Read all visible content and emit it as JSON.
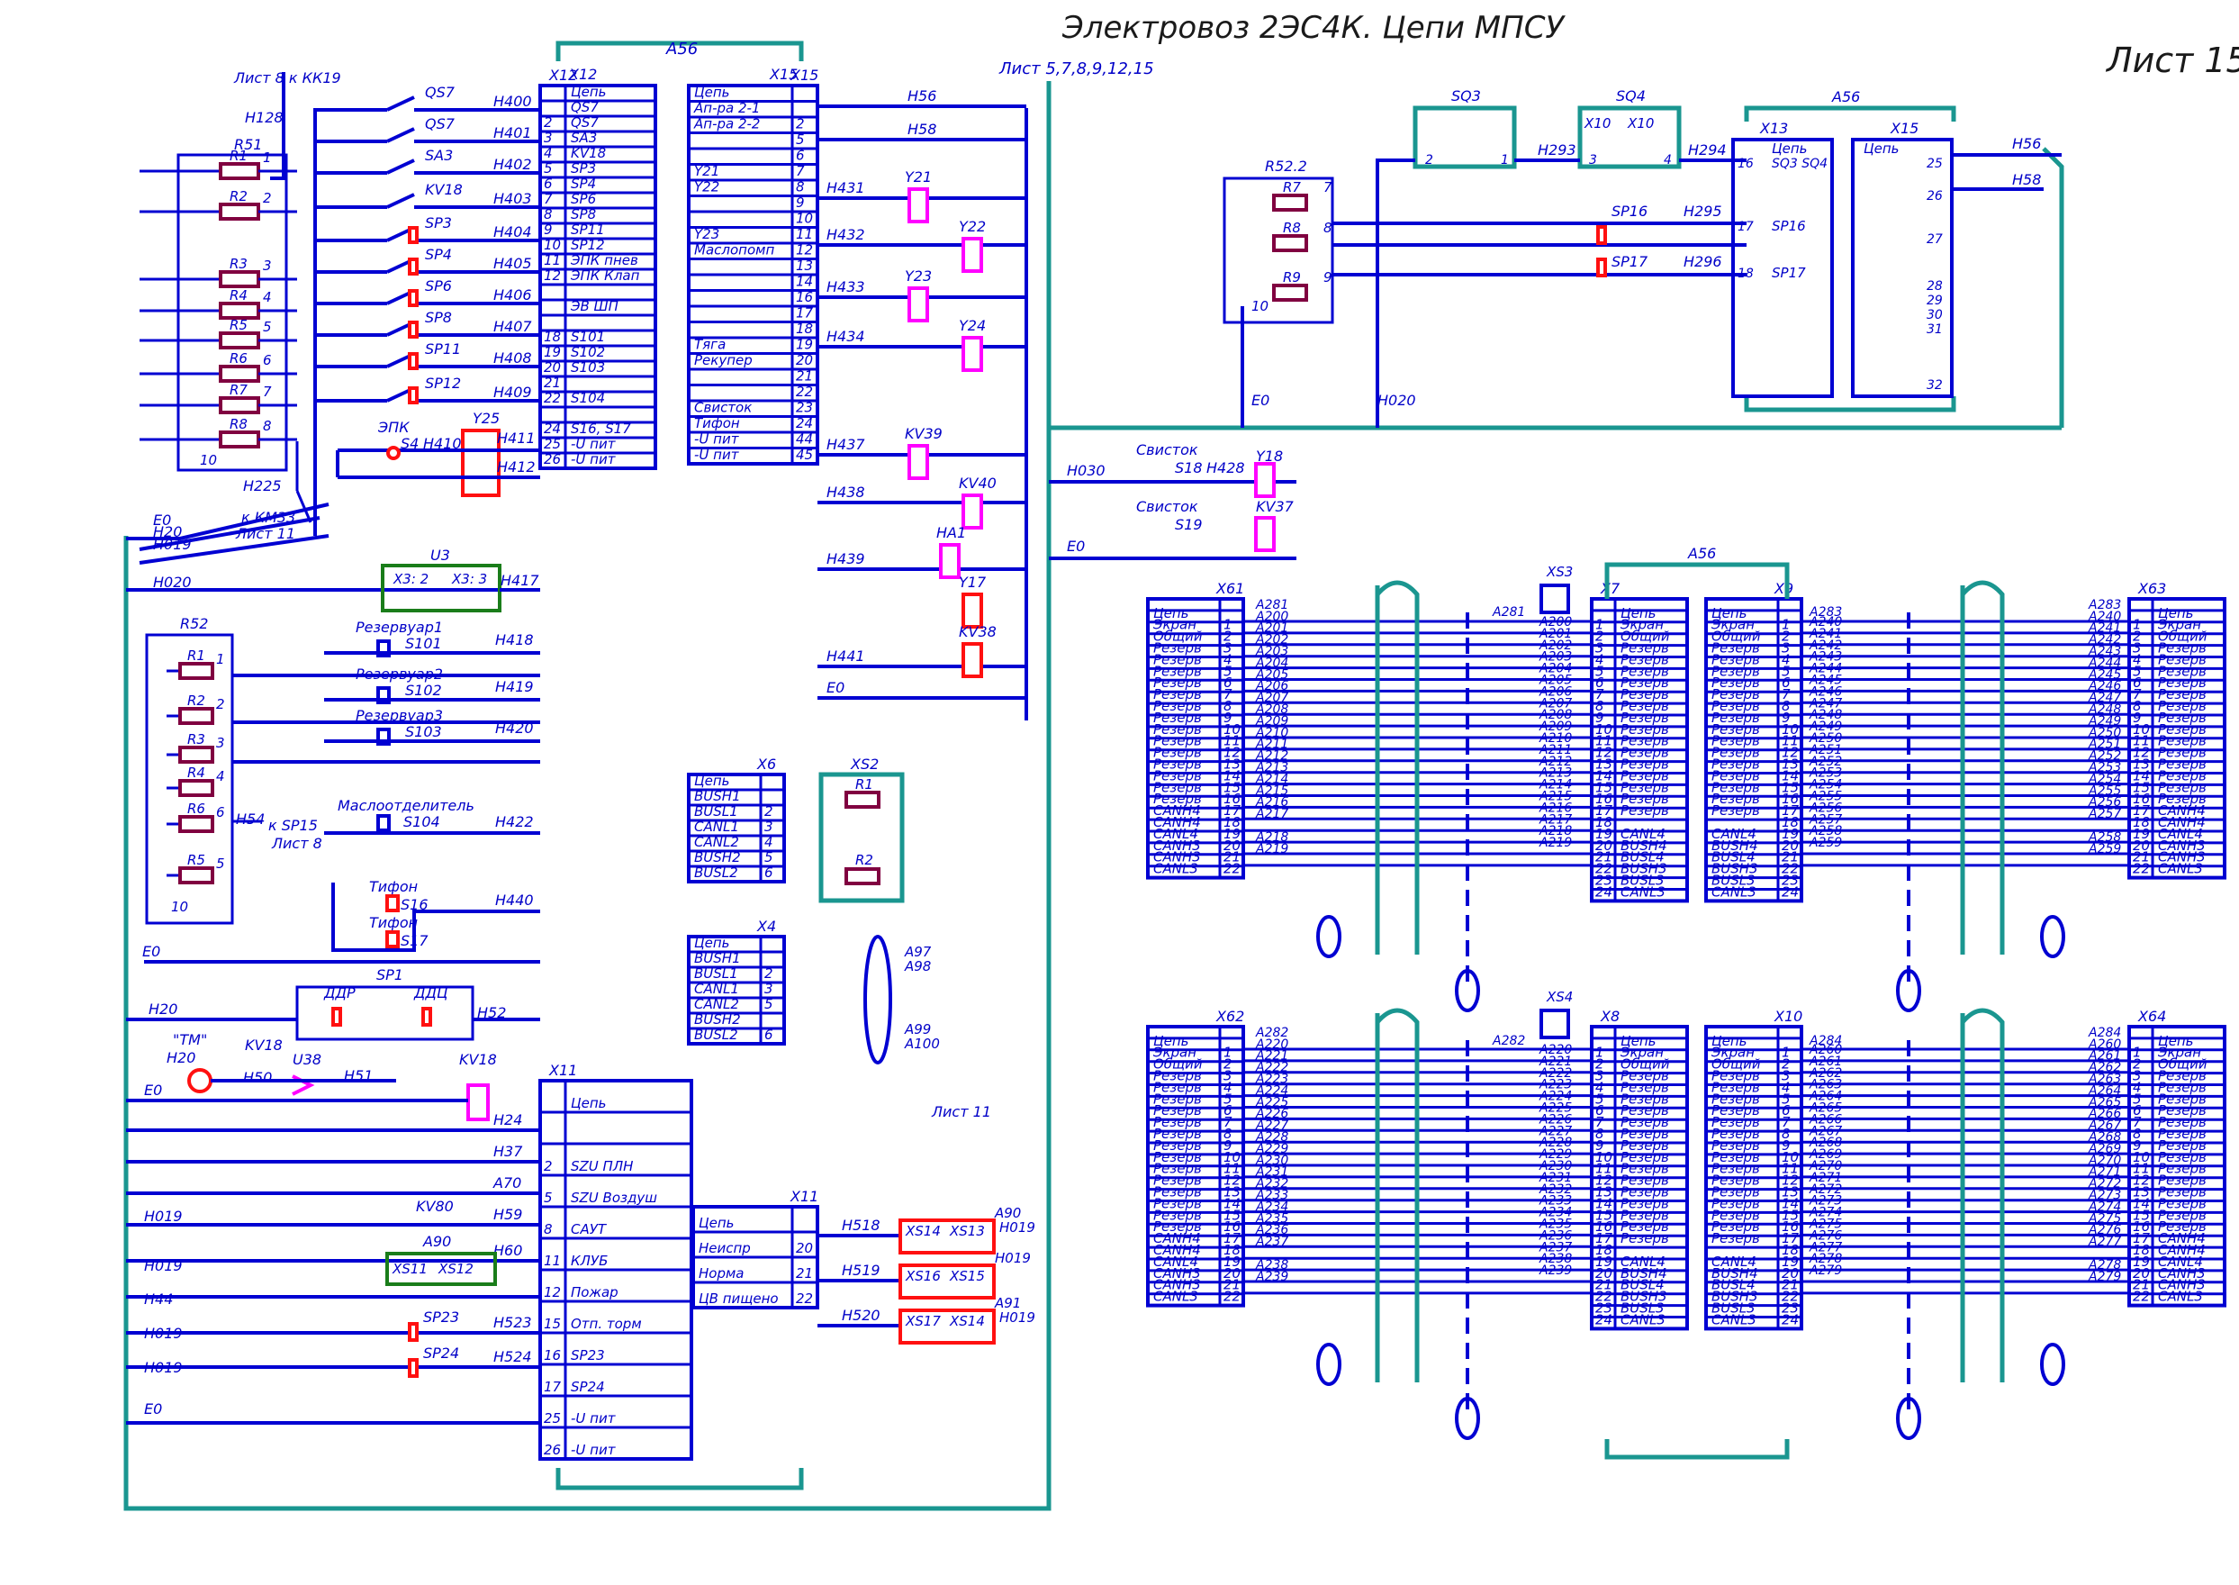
{
  "title": "Электровоз 2ЭС4К. Цепи МПСУ",
  "sheet": "Лист 15",
  "colors": {
    "wire": "#0000d2",
    "group": "#1a9690",
    "lamp": "#ff00ff",
    "relay": "#ff1010",
    "resistor": "#800040",
    "module": "#1a7d1a"
  },
  "left": {
    "top_ref": "Лист 8 к КК19",
    "sheet_refs": "Лист 5,7,8,9,12,15",
    "h128": "H128",
    "r51": "R51",
    "r_labels": [
      "R1",
      "R2",
      "R3",
      "R4",
      "R5",
      "R6",
      "R7",
      "R8"
    ],
    "r_pins": [
      "1",
      "2",
      "3",
      "4",
      "5",
      "6",
      "7",
      "8"
    ],
    "pin10": "10",
    "h225": "H225",
    "km33_ref": "к КМ33",
    "sheet11": "Лист 11",
    "bus_labels": [
      "E0",
      "H20",
      "H019",
      "H020"
    ],
    "switches": [
      "QS7",
      "QS7",
      "SA3",
      "KV18",
      "SP3",
      "SP4",
      "SP6",
      "SP8",
      "SP11",
      "SP12"
    ],
    "wires": [
      "H400",
      "H401",
      "H402",
      "H403",
      "H404",
      "H405",
      "H406",
      "H407",
      "H408",
      "H409"
    ],
    "epk": "ЭПК",
    "s4": "S4",
    "h410": "H410",
    "y25": "Y25",
    "h411": "H411",
    "h412": "H412",
    "u3": "U3",
    "x3_2": "X3: 2",
    "x3_3": "X3: 3",
    "h417": "H417",
    "r52": "R52",
    "r52_labels": [
      "R1",
      "R2",
      "R3",
      "R4",
      "R6",
      "R5"
    ],
    "r52_pins": [
      "1",
      "2",
      "3",
      "4",
      "6",
      "5"
    ],
    "h54": "H54",
    "sp15_ref": "к SP15",
    "sheet8": "Лист 8",
    "reservoirs": [
      {
        "name": "Резервуар1",
        "sw": "S101",
        "wire": "H418"
      },
      {
        "name": "Резервуар2",
        "sw": "S102",
        "wire": "H419"
      },
      {
        "name": "Резервуар3",
        "sw": "S103",
        "wire": "H420"
      }
    ],
    "oil_sep": {
      "name": "Маслоотделитель",
      "sw": "S104",
      "wire": "H422"
    },
    "tifon1": {
      "name": "Тифон",
      "sw": "S16"
    },
    "tifon2": {
      "name": "Тифон",
      "sw": "S17"
    },
    "h440": "H440",
    "sp1": "SP1",
    "ddr": "ДДР",
    "ddc": "ДДЦ",
    "h52": "H52",
    "tm": "\"ТМ\"",
    "kv18b": "KV18",
    "h20b": "H20",
    "h50": "H50",
    "u38": "U38",
    "h51": "H51",
    "kv18c": "KV18",
    "x11_wires": [
      "H24",
      "H37",
      "A70",
      "H59",
      "H60",
      "",
      "H523",
      "H524"
    ],
    "kv80": "KV80",
    "a90": "A90",
    "xs11": "XS11",
    "xs12": "XS12",
    "sp23": "SP23",
    "sp24": "SP24",
    "left_buses": [
      "E0",
      "H20",
      "H019",
      "H019",
      "H44",
      "H019",
      "H019",
      "E0"
    ]
  },
  "a56": "A56",
  "x12": {
    "title": "X12",
    "head": "Цепь",
    "rows": [
      {
        "n": "",
        "c": "QS7"
      },
      {
        "n": "2",
        "c": "QS7"
      },
      {
        "n": "3",
        "c": "SA3"
      },
      {
        "n": "4",
        "c": "KV18"
      },
      {
        "n": "5",
        "c": "SP3"
      },
      {
        "n": "6",
        "c": "SP4"
      },
      {
        "n": "7",
        "c": "SP6"
      },
      {
        "n": "8",
        "c": "SP8"
      },
      {
        "n": "9",
        "c": "SP11"
      },
      {
        "n": "10",
        "c": "SP12"
      },
      {
        "n": "11",
        "c": "ЭПК пнев"
      },
      {
        "n": "12",
        "c": "ЭПК Клап"
      },
      {
        "n": "",
        "c": ""
      },
      {
        "n": "",
        "c": "ЭВ ШП"
      },
      {
        "n": "",
        "c": ""
      },
      {
        "n": "18",
        "c": "S101"
      },
      {
        "n": "19",
        "c": "S102"
      },
      {
        "n": "20",
        "c": "S103"
      },
      {
        "n": "21",
        "c": ""
      },
      {
        "n": "22",
        "c": "S104"
      },
      {
        "n": "",
        "c": ""
      },
      {
        "n": "24",
        "c": "S16, S17"
      },
      {
        "n": "25",
        "c": "-U пит"
      },
      {
        "n": "26",
        "c": "-U пит"
      }
    ]
  },
  "x15l": {
    "title": "X15",
    "head": "Цепь",
    "rows": [
      {
        "n": "",
        "c": "Ап-ра 2-1"
      },
      {
        "n": "2",
        "c": "Ап-ра 2-2"
      },
      {
        "n": "5",
        "c": ""
      },
      {
        "n": "6",
        "c": ""
      },
      {
        "n": "7",
        "c": "Y21"
      },
      {
        "n": "8",
        "c": "Y22"
      },
      {
        "n": "9",
        "c": ""
      },
      {
        "n": "10",
        "c": ""
      },
      {
        "n": "11",
        "c": "Y23"
      },
      {
        "n": "12",
        "c": "Маслопомп"
      },
      {
        "n": "13",
        "c": ""
      },
      {
        "n": "14",
        "c": ""
      },
      {
        "n": "16",
        "c": ""
      },
      {
        "n": "17",
        "c": ""
      },
      {
        "n": "18",
        "c": ""
      },
      {
        "n": "19",
        "c": "Тяга"
      },
      {
        "n": "20",
        "c": "Рекупер"
      },
      {
        "n": "21",
        "c": ""
      },
      {
        "n": "22",
        "c": ""
      },
      {
        "n": "23",
        "c": "Свисток"
      },
      {
        "n": "24",
        "c": "Тифон"
      },
      {
        "n": "44",
        "c": "-U пит"
      },
      {
        "n": "45",
        "c": "-U пит"
      }
    ],
    "wires": [
      "H56",
      "H58",
      "H431",
      "H432",
      "H433",
      "H434",
      "H437",
      "H438",
      "H439",
      "H441",
      "E0"
    ],
    "coils": [
      "Y21",
      "Y22",
      "Y23",
      "Y24",
      "KV39",
      "KV40",
      "HA1",
      "Y17",
      "KV38"
    ]
  },
  "x6": {
    "title": "X6",
    "head": "Цепь",
    "rows": [
      {
        "n": "",
        "c": "BUSH1"
      },
      {
        "n": "2",
        "c": "BUSL1"
      },
      {
        "n": "3",
        "c": "CANL1"
      },
      {
        "n": "4",
        "c": "CANL2"
      },
      {
        "n": "5",
        "c": "BUSH2"
      },
      {
        "n": "6",
        "c": "BUSL2"
      }
    ],
    "xs2": "XS2",
    "r1": "R1",
    "r2": "R2"
  },
  "x4": {
    "title": "X4",
    "head": "Цепь",
    "rows": [
      {
        "n": "",
        "c": "BUSH1"
      },
      {
        "n": "2",
        "c": "BUSL1"
      },
      {
        "n": "3",
        "c": "CANL1"
      },
      {
        "n": "5",
        "c": "CANL2"
      },
      {
        "n": "",
        "c": "BUSH2"
      },
      {
        "n": "6",
        "c": "BUSL2"
      }
    ],
    "a97": "A97",
    "a98": "A98",
    "a99": "A99",
    "a100": "A100",
    "sheet11": "Лист 11"
  },
  "x11": {
    "title": "X11",
    "head": "Цепь",
    "rows": [
      {
        "n": "",
        "c": ""
      },
      {
        "n": "2",
        "c": "SZU ПЛН"
      },
      {
        "n": "5",
        "c": "SZU Воздуш"
      },
      {
        "n": "8",
        "c": "САУТ"
      },
      {
        "n": "11",
        "c": "КЛУБ"
      },
      {
        "n": "12",
        "c": "Пожар"
      },
      {
        "n": "15",
        "c": "Отп. торм"
      },
      {
        "n": "16",
        "c": "SP23"
      },
      {
        "n": "17",
        "c": "SP24"
      },
      {
        "n": "25",
        "c": "-U пит"
      },
      {
        "n": "26",
        "c": "-U пит"
      }
    ]
  },
  "x11b": {
    "title": "X11",
    "head": "Цепь",
    "rows": [
      {
        "n": "20",
        "c": "Неиспр"
      },
      {
        "n": "21",
        "c": "Норма"
      },
      {
        "n": "22",
        "c": "ЦВ пищено"
      }
    ],
    "wires": [
      "H518",
      "H519",
      "H520"
    ],
    "xs": [
      [
        "XS14",
        "XS13"
      ],
      [
        "XS16",
        "XS15"
      ],
      [
        "XS17",
        "XS14"
      ]
    ],
    "right": [
      [
        "A90",
        "H019"
      ],
      [
        "H019",
        ""
      ],
      [
        "A91",
        "H019"
      ]
    ]
  },
  "top_right": {
    "sq3": "SQ3",
    "sq4": "SQ4",
    "x10a": "X10",
    "x10b": "X10",
    "h293": "H293",
    "h294": "H294",
    "p2": "2",
    "p1": "1",
    "p3": "3",
    "p4": "4",
    "r522": "R52.2",
    "rs": [
      "R7",
      "R8",
      "R9"
    ],
    "rp": [
      "7",
      "8",
      "9"
    ],
    "p10": "10",
    "e0": "E0",
    "h020": "H020",
    "sp16": "SP16",
    "sp17": "SP17",
    "h295": "H295",
    "h296": "H296",
    "a56": "A56",
    "x13": "X13",
    "x15": "X15",
    "head": "Цепь",
    "sq": "SQ3 SQ4",
    "r16": "16",
    "r17": "17",
    "r18": "18",
    "sp16b": "SP16",
    "sp17b": "SP17",
    "x15pins": [
      "25",
      "26",
      "27",
      "28",
      "29",
      "30",
      "31",
      "32"
    ],
    "h56": "H56",
    "h58": "H58"
  },
  "whistle": {
    "h030": "H030",
    "e0": "E0",
    "s1": "Свисток",
    "sw1": "S18",
    "s2": "Свисток",
    "sw2": "S19",
    "h428": "H428",
    "y18": "Y18",
    "kv37": "KV37"
  },
  "lower": {
    "xs3": "XS3",
    "xs4": "XS4",
    "a56": "A56",
    "x61": {
      "title": "X61",
      "wires": [
        "A281",
        "A200",
        "A201",
        "A202",
        "A203",
        "A204",
        "A205",
        "A206",
        "A207",
        "A208",
        "A209",
        "A210",
        "A211",
        "A212",
        "A213",
        "A214",
        "A215",
        "A216",
        "A217",
        "",
        "A218",
        "A219"
      ]
    },
    "x62": {
      "title": "X62",
      "wires": [
        "A282",
        "A220",
        "A221",
        "A222",
        "A223",
        "A224",
        "A225",
        "A226",
        "A227",
        "A228",
        "A229",
        "A230",
        "A231",
        "A232",
        "A233",
        "A234",
        "A235",
        "A236",
        "A237",
        "",
        "A238",
        "A239"
      ]
    },
    "x63": {
      "title": "X63",
      "wires": [
        "A283",
        "A240",
        "A241",
        "A242",
        "A243",
        "A244",
        "A245",
        "A246",
        "A247",
        "A248",
        "A249",
        "A250",
        "A251",
        "A252",
        "A253",
        "A254",
        "A255",
        "A256",
        "A257",
        "",
        "A258",
        "A259"
      ]
    },
    "x64": {
      "title": "X64",
      "wires": [
        "A284",
        "A260",
        "A261",
        "A262",
        "A263",
        "A264",
        "A265",
        "A266",
        "A267",
        "A268",
        "A269",
        "A270",
        "A271",
        "A272",
        "A273",
        "A274",
        "A275",
        "A276",
        "A277",
        "",
        "A278",
        "A279"
      ]
    },
    "x7": {
      "title": "X7",
      "a281": "A281",
      "wires": [
        "A200",
        "A201",
        "A202",
        "A203",
        "A204",
        "A205",
        "A206",
        "A207",
        "A208",
        "A209",
        "A210",
        "A211",
        "A212",
        "A213",
        "A214",
        "A215",
        "A216",
        "A217",
        "A218",
        "A219"
      ]
    },
    "x8": {
      "title": "X8",
      "a282": "A282",
      "wires": [
        "A220",
        "A221",
        "A222",
        "A223",
        "A224",
        "A225",
        "A226",
        "A227",
        "A228",
        "A229",
        "A230",
        "A231",
        "A232",
        "A233",
        "A234",
        "A235",
        "A236",
        "A237",
        "A238",
        "A239"
      ]
    },
    "x9": {
      "title": "X9",
      "a283": "A283",
      "wires": [
        "A240",
        "A241",
        "A242",
        "A243",
        "A244",
        "A245",
        "A246",
        "A247",
        "A248",
        "A249",
        "A250",
        "A251",
        "A252",
        "A253",
        "A254",
        "A255",
        "A256",
        "A257",
        "A258",
        "A259"
      ]
    },
    "x10": {
      "title": "X10",
      "a284": "A284",
      "wires": [
        "A260",
        "A261",
        "A262",
        "A263",
        "A264",
        "A265",
        "A266",
        "A267",
        "A268",
        "A269",
        "A270",
        "A271",
        "A272",
        "A273",
        "A274",
        "A275",
        "A276",
        "A277",
        "A278",
        "A279"
      ]
    },
    "outer_rows": [
      {
        "n": "",
        "c": "Цепь"
      },
      {
        "n": "1",
        "c": "Экран"
      },
      {
        "n": "2",
        "c": "Общий"
      },
      {
        "n": "3",
        "c": "Резерв"
      },
      {
        "n": "4",
        "c": "Резерв"
      },
      {
        "n": "5",
        "c": "Резерв"
      },
      {
        "n": "6",
        "c": "Резерв"
      },
      {
        "n": "7",
        "c": "Резерв"
      },
      {
        "n": "8",
        "c": "Резерв"
      },
      {
        "n": "9",
        "c": "Резерв"
      },
      {
        "n": "10",
        "c": "Резерв"
      },
      {
        "n": "11",
        "c": "Резерв"
      },
      {
        "n": "12",
        "c": "Резерв"
      },
      {
        "n": "13",
        "c": "Резерв"
      },
      {
        "n": "14",
        "c": "Резерв"
      },
      {
        "n": "15",
        "c": "Резерв"
      },
      {
        "n": "16",
        "c": "Резерв"
      },
      {
        "n": "17",
        "c": "CANH4"
      },
      {
        "n": "18",
        "c": "CANH4"
      },
      {
        "n": "19",
        "c": "CANL4"
      },
      {
        "n": "20",
        "c": "CANH3"
      },
      {
        "n": "21",
        "c": "CANH3"
      },
      {
        "n": "22",
        "c": "CANL3"
      }
    ],
    "inner_rows": [
      {
        "n": "",
        "c": "Цепь"
      },
      {
        "n": "1",
        "c": "Экран"
      },
      {
        "n": "2",
        "c": "Общий"
      },
      {
        "n": "3",
        "c": "Резерв"
      },
      {
        "n": "4",
        "c": "Резерв"
      },
      {
        "n": "5",
        "c": "Резерв"
      },
      {
        "n": "6",
        "c": "Резерв"
      },
      {
        "n": "7",
        "c": "Резерв"
      },
      {
        "n": "8",
        "c": "Резерв"
      },
      {
        "n": "9",
        "c": "Резерв"
      },
      {
        "n": "10",
        "c": "Резерв"
      },
      {
        "n": "11",
        "c": "Резерв"
      },
      {
        "n": "12",
        "c": "Резерв"
      },
      {
        "n": "13",
        "c": "Резерв"
      },
      {
        "n": "14",
        "c": "Резерв"
      },
      {
        "n": "15",
        "c": "Резерв"
      },
      {
        "n": "16",
        "c": "Резерв"
      },
      {
        "n": "17",
        "c": "Резерв"
      },
      {
        "n": "18",
        "c": ""
      },
      {
        "n": "19",
        "c": "CANL4"
      },
      {
        "n": "20",
        "c": "BUSH4"
      },
      {
        "n": "21",
        "c": "BUSL4"
      },
      {
        "n": "22",
        "c": "BUSH3"
      },
      {
        "n": "23",
        "c": "BUSL3"
      },
      {
        "n": "24",
        "c": "CANL3"
      }
    ]
  }
}
